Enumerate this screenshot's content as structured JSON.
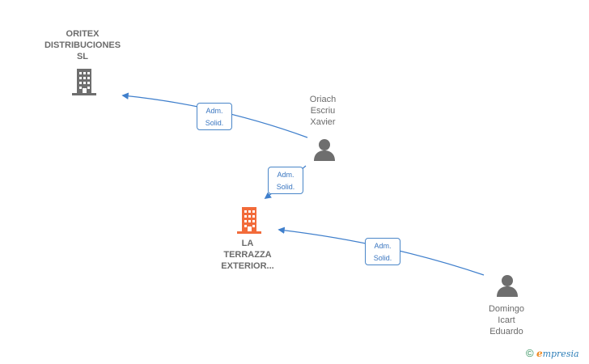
{
  "nodes": {
    "oritex": {
      "lines": [
        "ORITEX",
        "DISTRIBUCIONES",
        "SL"
      ],
      "icon": "building-icon",
      "color": "#6e6e6e"
    },
    "terrazza": {
      "lines": [
        "LA",
        "TERRAZZA",
        "EXTERIOR..."
      ],
      "icon": "building-icon",
      "color": "#f26b3a"
    },
    "oriach": {
      "lines": [
        "Oriach",
        "Escriu",
        "Xavier"
      ],
      "icon": "person-icon",
      "color": "#6e6e6e"
    },
    "domingo": {
      "lines": [
        "Domingo",
        "Icart",
        "Eduardo"
      ],
      "icon": "person-icon",
      "color": "#6e6e6e"
    }
  },
  "edges": [
    {
      "from": "Oriach Escriu Xavier",
      "to": "ORITEX DISTRIBUCIONES SL",
      "label": [
        "Adm.",
        "Solid."
      ]
    },
    {
      "from": "Oriach Escriu Xavier",
      "to": "LA TERRAZZA EXTERIOR...",
      "label": [
        "Adm.",
        "Solid."
      ]
    },
    {
      "from": "Domingo Icart Eduardo",
      "to": "LA TERRAZZA EXTERIOR...",
      "label": [
        "Adm.",
        "Solid."
      ]
    }
  ],
  "colors": {
    "edge": "#3f7fcc",
    "company": "#6e6e6e",
    "focus_company": "#f26b3a",
    "person": "#6e6e6e"
  },
  "watermark": {
    "copyright": "©",
    "brand_initial": "e",
    "brand_rest": "mpresia"
  }
}
